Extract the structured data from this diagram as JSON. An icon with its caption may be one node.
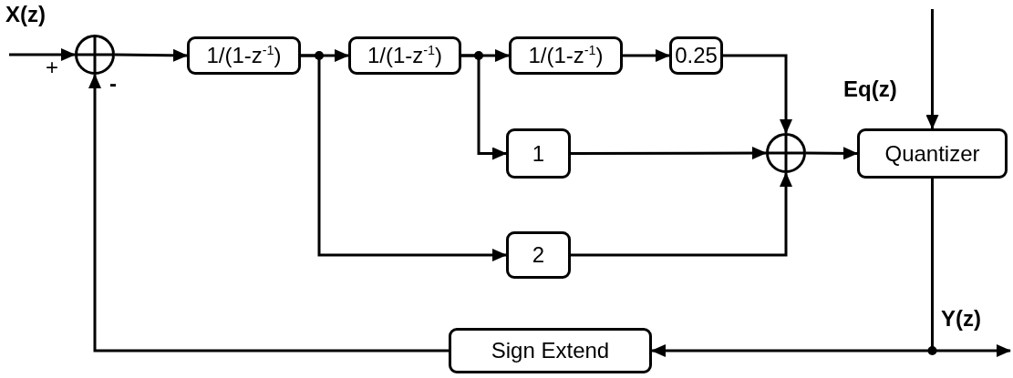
{
  "diagram": {
    "nodes": [
      {
        "text": [],
        "shape": "circle"
      },
      {
        "text": [
          "1/(1-z$^{-1}$)"
        ]
      },
      {
        "text": [
          "1/(1-z$^{-1}$)"
        ]
      },
      {
        "text": [
          "1/(1-z$^{-1}$)"
        ]
      },
      {
        "text": [
          "0.25"
        ]
      },
      {
        "text": [
          "1"
        ]
      },
      {
        "text": [
          "2"
        ]
      },
      {
        "text": [],
        "shape": "circle"
      },
      {
        "text": [
          "Quantizer"
        ]
      },
      {
        "text": [
          "Sign Extend"
        ]
      }
    ],
    "edges": [
      {
        "from": null,
        "to": 0,
        "arrow": "to"
      },
      {
        "from": 0,
        "to": 1,
        "arrow": "to"
      },
      {
        "from": 1,
        "to": 2,
        "arrow": "to"
      },
      {
        "from": 1,
        "to": 6,
        "arrow": "to"
      },
      {
        "from": 2,
        "to": 3,
        "arrow": "to"
      },
      {
        "from": 2,
        "to": 5,
        "arrow": "to"
      },
      {
        "from": 3,
        "to": 4,
        "arrow": "to"
      },
      {
        "from": 4,
        "to": 7,
        "arrow": "to"
      },
      {
        "from": 5,
        "to": 7,
        "arrow": "to"
      },
      {
        "from": 6,
        "to": 7,
        "arrow": "to"
      },
      {
        "from": 7,
        "to": 8,
        "arrow": "to"
      },
      {
        "from": null,
        "to": 8,
        "arrow": "to"
      },
      {
        "from": 8,
        "to": 9,
        "arrow": "to"
      },
      {
        "from": 8,
        "to": null,
        "arrow": "to"
      },
      {
        "from": 9,
        "to": 0,
        "arrow": "to"
      }
    ],
    "labels": [
      "X(z)",
      "+",
      "-",
      "Eq(z)",
      "Y(z)"
    ]
  }
}
